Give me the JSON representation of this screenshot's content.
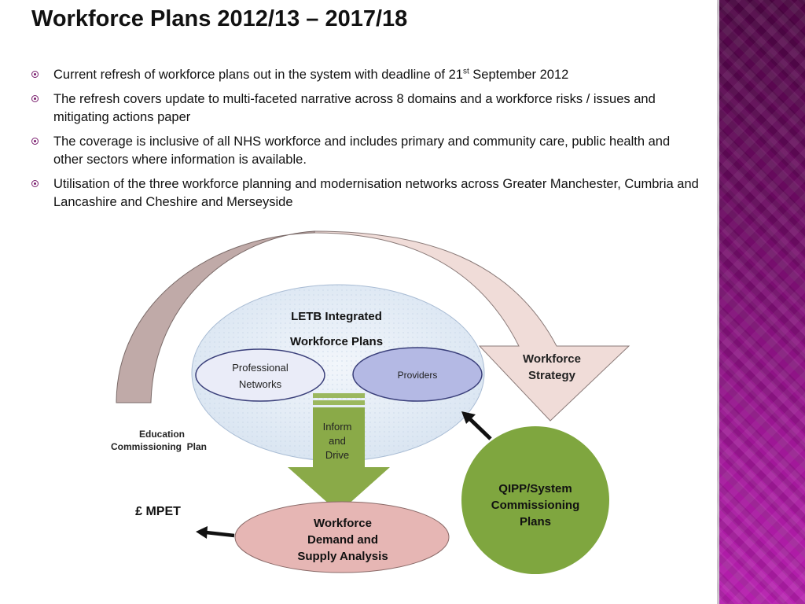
{
  "slide": {
    "title": "Workforce Plans 2012/13 – 2017/18",
    "bullets": [
      {
        "text": "Current refresh of workforce plans out in the system with deadline of 21",
        "sup": "st",
        "after": " September 2012"
      },
      {
        "text": "The refresh covers update to multi-faceted narrative across 8 domains and a workforce risks / issues and mitigating actions paper"
      },
      {
        "text": "The coverage is inclusive of all NHS workforce and includes primary and community care, public health and other sectors where information is available."
      },
      {
        "text": "Utilisation of the three workforce planning and modernisation networks across Greater Manchester, Cumbria and Lancashire and Cheshire and Merseyside"
      }
    ]
  },
  "diagram": {
    "letb_line1": "LETB Integrated",
    "letb_line2": "Workforce Plans",
    "professional_line1": "Professional",
    "professional_line2": "Networks",
    "providers": "Providers",
    "workforce_strategy_line1": "Workforce",
    "workforce_strategy_line2": "Strategy",
    "education_line1": "Education",
    "education_line2": "Commissioning  Plan",
    "inform_line1": "Inform",
    "inform_line2": "and",
    "inform_line3": "Drive",
    "mpet": "£ MPET",
    "demand_line1": "Workforce",
    "demand_line2": "Demand and",
    "demand_line3": "Supply Analysis",
    "qipp_line1": "QIPP/System",
    "qipp_line2": "Commissioning",
    "qipp_line3": "Plans"
  },
  "colors": {
    "sidebar": "#6b1f63",
    "bullet": "#7a1f6e",
    "left_arc": "#c0aaa8",
    "right_arrow": "#f0dcd8",
    "letb_circle": "#dde8f3",
    "providers": "#b4b9e4",
    "professional": "#eaecf8",
    "green_arrow": "#8aaa48",
    "qipp_circle": "#7fa63f",
    "demand_ellipse": "#e6b6b4"
  },
  "icons": {
    "bullet": "circled-dot-bullet-icon"
  }
}
